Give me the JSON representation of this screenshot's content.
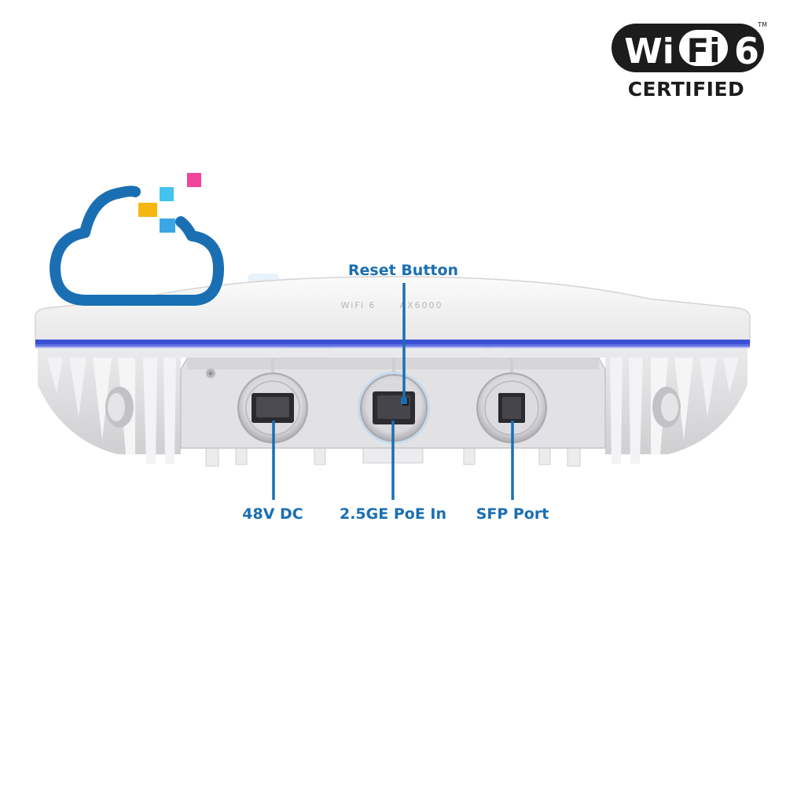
{
  "logo": {
    "wi": "Wi",
    "fi": "Fi",
    "six": "6",
    "tm": "TM",
    "certified": "CERTIFIED"
  },
  "device": {
    "brand_mark": "WiFi 6",
    "model_mark": "AX6000"
  },
  "callouts": {
    "reset": "Reset Button",
    "dc": "48V DC",
    "poe": "2.5GE PoE In",
    "sfp": "SFP Port"
  },
  "colors": {
    "callout": "#1a6fb3",
    "cloud": "#1a6fb3",
    "led_strip": "#3b4fd6",
    "dot_pink": "#f0449c",
    "dot_cyan": "#43c3f0",
    "dot_yellow": "#f5b70f",
    "dot_blue": "#3aa6e8",
    "logo": "#1c1c1c"
  },
  "icons": {
    "cloud": "cloud-icon",
    "logo": "wifi6-certified-logo"
  }
}
